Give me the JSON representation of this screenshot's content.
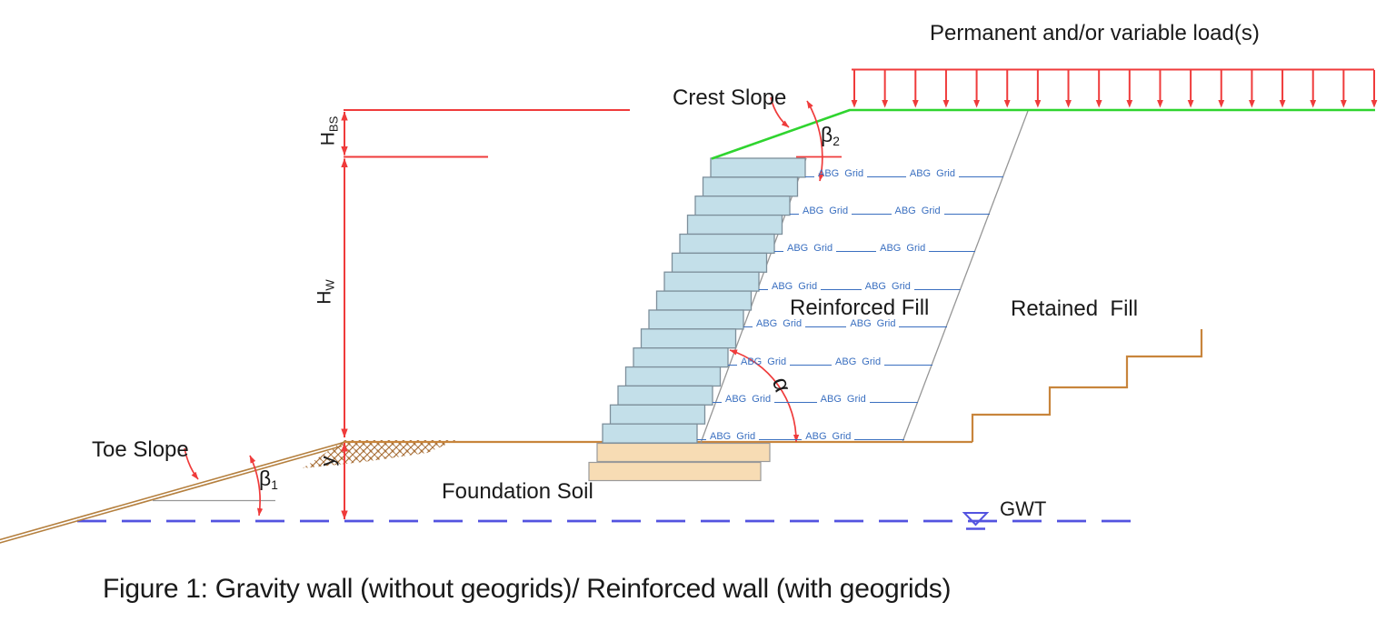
{
  "figure": {
    "title": "Figure 1: Gravity wall (without geogrids)/ Reinforced wall (with geogrids)"
  },
  "labels": {
    "surcharge": "Permanent and/or variable load(s)",
    "crest_slope": "Crest Slope",
    "toe_slope": "Toe Slope",
    "reinforced_fill": "Reinforced Fill",
    "retained_fill": "Retained  Fill",
    "foundation_soil": "Foundation Soil",
    "gwt": "GWT",
    "abg_grid": "ABG Grid"
  },
  "dimensions": {
    "h_bs": {
      "base": "H",
      "sub": "BS"
    },
    "h_w": {
      "base": "H",
      "sub": "W"
    },
    "y": "y",
    "beta_1": {
      "base": "β",
      "sub": "1"
    },
    "beta_2": {
      "base": "β",
      "sub": "2"
    },
    "alpha": "α"
  },
  "structure": {
    "wall_block_count": 15,
    "geogrid_layer_count": 8,
    "load_arrow_count": 18,
    "retained_ground_step_count": 4,
    "foundation_layer_count": 2
  },
  "colors": {
    "dimension_red": "#ef3b3b",
    "crest_green": "#2fd42f",
    "geogrid_blue": "#3a6fc0",
    "wall_block_fill": "#c3dfe9",
    "wall_block_border": "#7d8f9b",
    "ground_brown": "#c8853c",
    "toe_slope_brown": "#b5803f",
    "foundation_fill": "#f7dcb4",
    "gwt_blue": "#5353e0",
    "reference_gray": "#969696",
    "text_black": "#1a1a1a"
  }
}
